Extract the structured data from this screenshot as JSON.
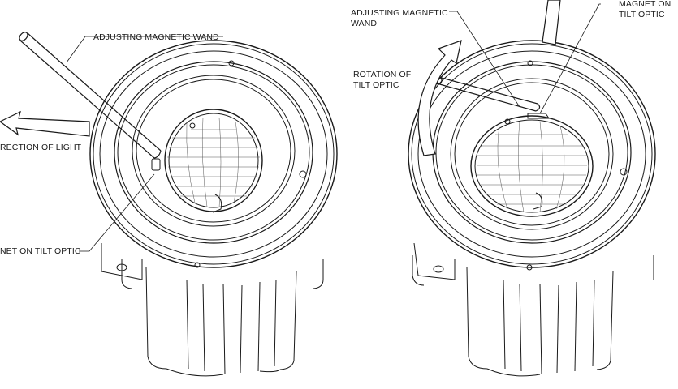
{
  "labels": {
    "wand_left": "ADJUSTING MAGNETIC WAND",
    "direction_light": "RECTION OF LIGHT",
    "magnet_left": "NET ON TILT OPTIC",
    "wand_right_1": "ADJUSTING MAGNETIC",
    "wand_right_2": "WAND",
    "rotation_1": "ROTATION OF",
    "rotation_2": "TILT OPTIC",
    "magnet_right_1": "MAGNET ON",
    "magnet_right_2": "TILT OPTIC"
  },
  "colors": {
    "line": "#1a1a1a",
    "background": "#ffffff"
  }
}
